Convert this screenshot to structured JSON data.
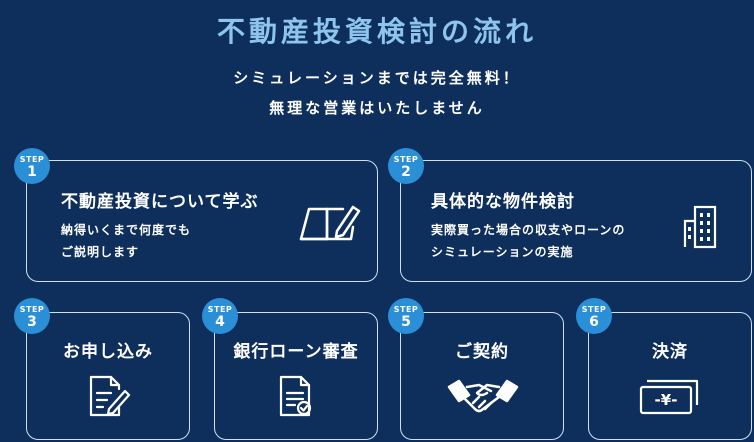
{
  "header": {
    "title": "不動産投資検討の流れ",
    "subtitle_line1": "シミュレーションまでは完全無料！",
    "subtitle_line2": "無理な営業はいたしません"
  },
  "steps": [
    {
      "badge_label": "STEP",
      "number": "1",
      "title": "不動産投資について学ぶ",
      "desc_line1": "納得いくまで何度でも",
      "desc_line2": "ご説明します",
      "icon": "book-pen-icon"
    },
    {
      "badge_label": "STEP",
      "number": "2",
      "title": "具体的な物件検討",
      "desc_line1": "実際買った場合の収支やローンの",
      "desc_line2": "シミュレーションの実施",
      "icon": "building-icon"
    },
    {
      "badge_label": "STEP",
      "number": "3",
      "title": "お申し込み",
      "icon": "document-pen-icon"
    },
    {
      "badge_label": "STEP",
      "number": "4",
      "title": "銀行ローン審査",
      "icon": "document-check-icon"
    },
    {
      "badge_label": "STEP",
      "number": "5",
      "title": "ご契約",
      "icon": "handshake-icon"
    },
    {
      "badge_label": "STEP",
      "number": "6",
      "title": "決済",
      "icon": "banknote-icon"
    }
  ],
  "banknote_symbol": "-¥-",
  "colors": {
    "background": "#0e2f5c",
    "title": "#8ec5ee",
    "badge": "#2b8fd8",
    "border": "#cfe0f2"
  }
}
